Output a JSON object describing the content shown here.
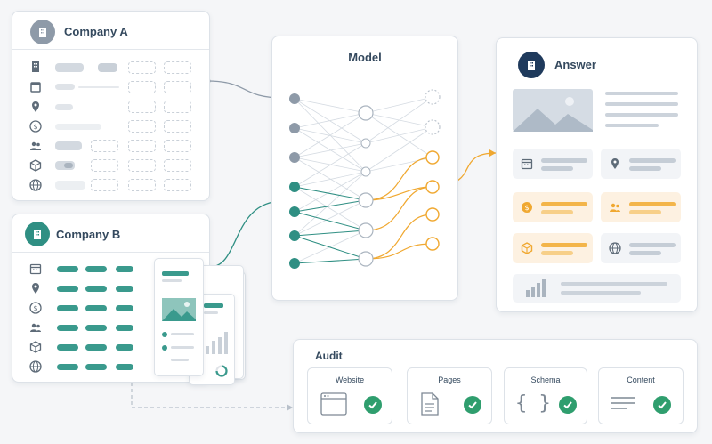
{
  "company_a": {
    "title": "Company A"
  },
  "company_b": {
    "title": "Company B"
  },
  "model": {
    "title": "Model"
  },
  "answer": {
    "title": "Answer"
  },
  "audit": {
    "title": "Audit",
    "items": [
      {
        "label": "Website",
        "icon": "browser-window-icon"
      },
      {
        "label": "Pages",
        "icon": "document-icon"
      },
      {
        "label": "Schema",
        "icon": "code-braces-icon",
        "glyph": "{ }"
      },
      {
        "label": "Content",
        "icon": "text-lines-icon"
      }
    ]
  },
  "colors": {
    "teal": "#2f8f83",
    "gray_node": "#8e9aa8",
    "orange": "#f0a830",
    "green_check": "#2f9e6e",
    "navy_badge": "#1f3a5c"
  }
}
